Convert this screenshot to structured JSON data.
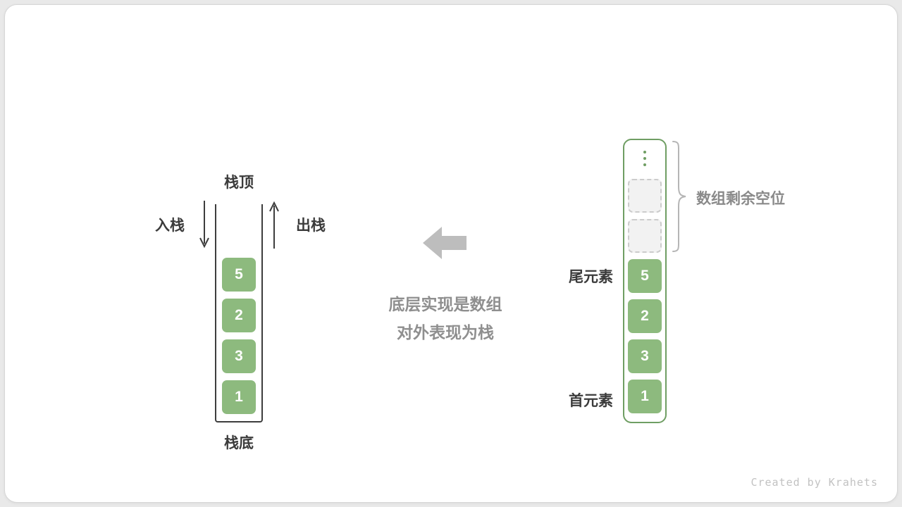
{
  "left_stack": {
    "top_label": "栈顶",
    "bottom_label": "栈底",
    "push_label": "入栈",
    "pop_label": "出栈",
    "cells": [
      "5",
      "2",
      "3",
      "1"
    ]
  },
  "center_note": {
    "line1": "底层实现是数组",
    "line2": "对外表现为栈"
  },
  "right_array": {
    "tail_label": "尾元素",
    "head_label": "首元素",
    "brace_label": "数组剩余空位",
    "empty_slot_count": 2,
    "cells": [
      "5",
      "2",
      "3",
      "1"
    ]
  },
  "footer": {
    "credit": "Created by Krahets"
  },
  "icons": {
    "push_arrow": "arrow-down",
    "pop_arrow": "arrow-up",
    "direction_arrow": "arrow-left",
    "ellipsis": "vertical-ellipsis",
    "brace": "right-curly-brace"
  },
  "colors": {
    "green": "#8dba7e",
    "green_border": "#6f9e63",
    "gray_arrow": "#bdbdbd",
    "gray_text": "#8a8a8a",
    "dark_text": "#3b3b3b"
  }
}
